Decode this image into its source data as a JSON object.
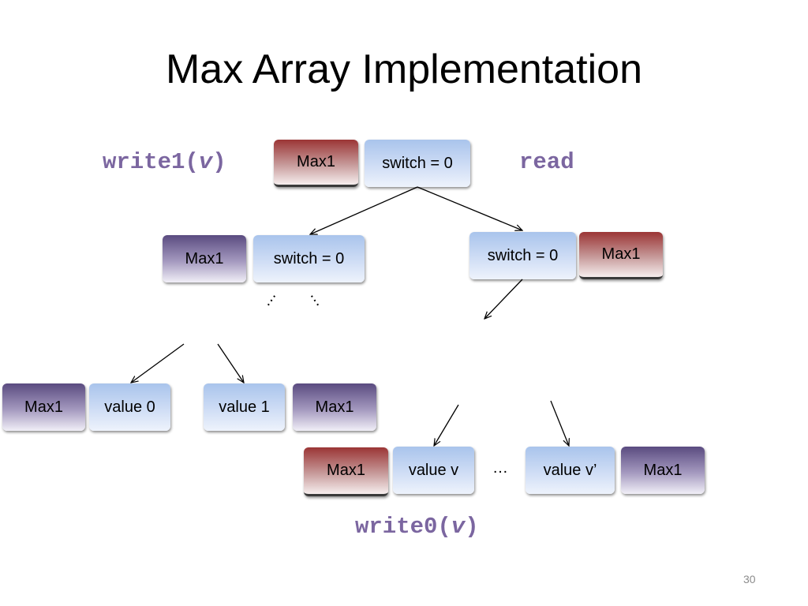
{
  "title": "Max Array Implementation",
  "labels": {
    "write1_prefix": "write1(",
    "write1_arg": "v",
    "write1_suffix": ")",
    "read": "read",
    "write0_prefix": "write0(",
    "write0_arg": "v",
    "write0_suffix": ")"
  },
  "root": {
    "max": "Max1",
    "switch": "switch = 0"
  },
  "left_node": {
    "max": "Max1",
    "switch": "switch = 0"
  },
  "right_node": {
    "switch": "switch = 0",
    "max": "Max1"
  },
  "left_leaves": {
    "max_a": "Max1",
    "value_a": "value 0",
    "value_b": "value 1",
    "max_b": "Max1"
  },
  "right_leaves": {
    "max_a": "Max1",
    "value_a": "value v",
    "ellipsis": "…",
    "value_b": "value v’",
    "max_b": "Max1"
  },
  "ellipses": {
    "left_a": "…",
    "left_b": "…"
  },
  "slide_number": "30",
  "colors": {
    "label": "#7b66a0",
    "blue_box": "#cfddf5",
    "red_box": "#9b3535",
    "purple_box": "#5a4b80"
  }
}
